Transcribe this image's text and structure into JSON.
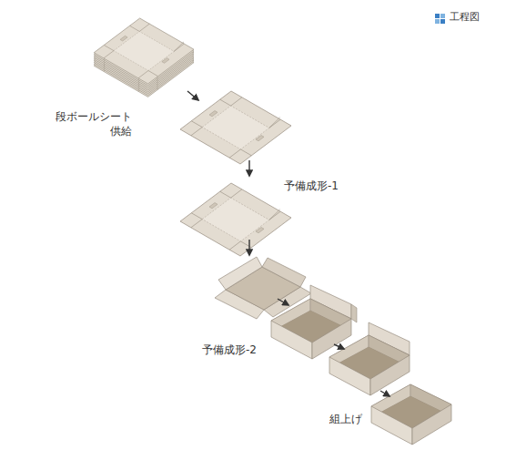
{
  "diagram": {
    "title": "工程図",
    "labels": [
      "段ボールシート 供給",
      "予備成形-1",
      "予備成形-2",
      "組上げ"
    ]
  }
}
